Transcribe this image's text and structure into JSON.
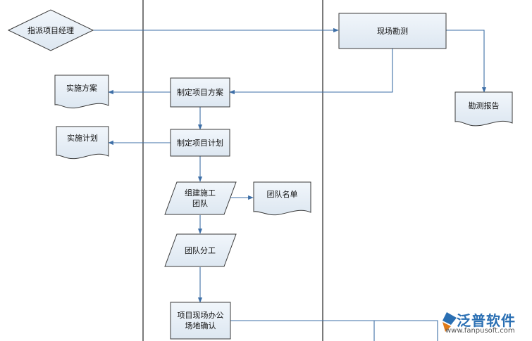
{
  "nodes": {
    "assign_pm": "指派项目经理",
    "site_survey": "现场勘测",
    "survey_report": "勘测报告",
    "make_plan": "制定项目方案",
    "impl_plan_doc": "实施方案",
    "make_schedule": "制定项目计划",
    "impl_schedule_doc": "实施计划",
    "build_team": "组建施工\n团队",
    "team_list": "团队名单",
    "team_division": "团队分工",
    "site_office": "项目现场办公\n场地确认"
  },
  "logo": {
    "name": "泛普软件",
    "url": "www.fanpusoft.com"
  }
}
